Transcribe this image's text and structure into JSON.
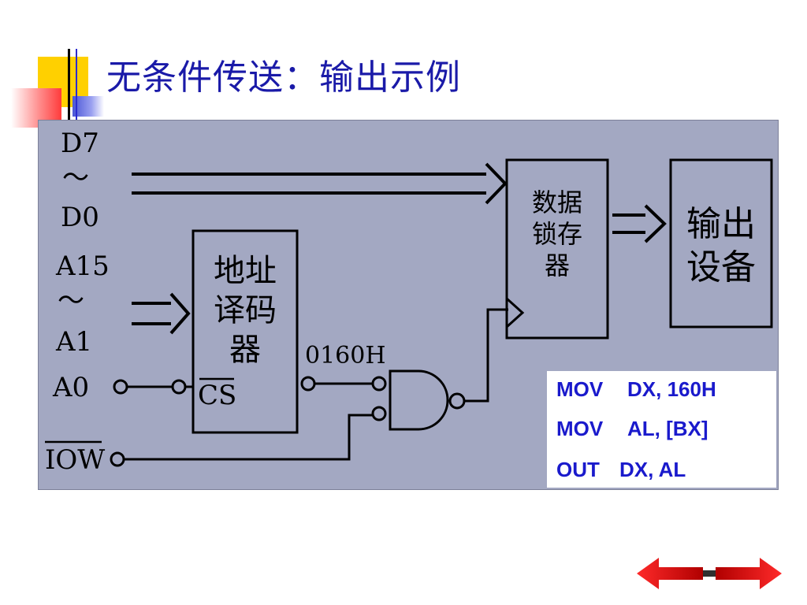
{
  "slide": {
    "title": "无条件传送：输出示例"
  },
  "diagram": {
    "labels": {
      "data_bus_top": "D7",
      "data_bus_tilde": "～",
      "data_bus_bottom": "D0",
      "addr_bus_top": "A15",
      "addr_bus_tilde": "～",
      "addr_bus_bottom": "A1",
      "a0": "A0",
      "iow": "IOW",
      "cs": "CS",
      "address_value": "0160H"
    },
    "blocks": {
      "decoder": "地址\n译码\n器",
      "latch": "数据\n锁存\n器",
      "output_device": "输出\n设备"
    }
  },
  "code": {
    "lines": [
      {
        "op": "MOV",
        "args": "DX, 160H"
      },
      {
        "op": "MOV",
        "args": "AL, [BX]"
      },
      {
        "op": "OUT",
        "args": "DX, AL"
      }
    ]
  },
  "colors": {
    "title": "#1a1aa8",
    "panel": "#a3a8c2",
    "code_text": "#1a1acc",
    "nav_arrow": "#e8141c"
  },
  "icons": {
    "nav_prev": "arrow-left-icon",
    "nav_next": "arrow-right-icon"
  }
}
